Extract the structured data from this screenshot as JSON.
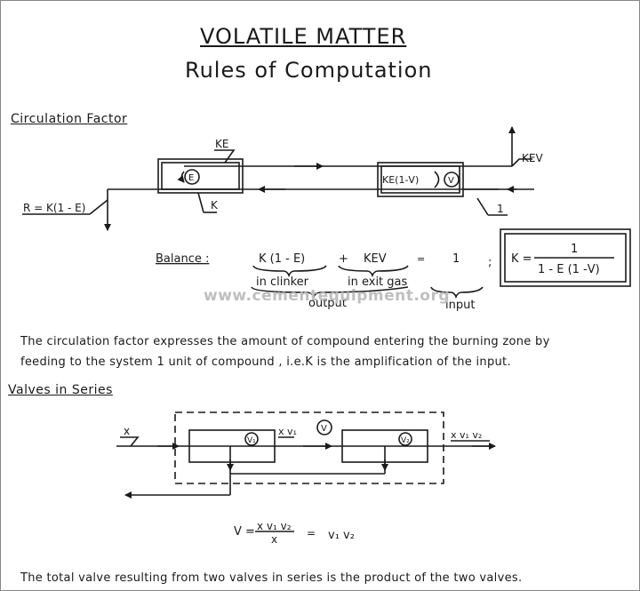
{
  "heading": {
    "title": "VOLATILE MATTER",
    "subtitle": "Rules of Computation"
  },
  "circulation": {
    "section_title": "Circulation Factor",
    "label_ke_top": "KΕ",
    "label_kev": "KΕV",
    "label_r": "R = K(1 - Ε)",
    "label_k": "K",
    "label_one": "1",
    "label_epsilon": "Ε",
    "label_ke1v": "KΕ(1-V)",
    "label_v": "V"
  },
  "balance": {
    "label": "Balance :",
    "term1": "K (1 - Ε)",
    "plus": "+",
    "term2": "KΕV",
    "equals": "=",
    "one": "1",
    "semicolon": ";",
    "sub1": "in clinker",
    "sub2": "in exit gas",
    "output": "output",
    "input": "input",
    "result_k": "K =",
    "result_num": "1",
    "result_den": "1 - Ε (1 -V)"
  },
  "watermark": "www.cementequipment.org",
  "paragraph1_line1": "The circulation factor expresses the amount of compound entering the burning zone by",
  "paragraph1_line2": "feeding to the system 1 unit of compound , i.e.K is the amplification of the input.",
  "valves": {
    "section_title": "Valves in Series",
    "label_x": "x",
    "label_v_big": "V",
    "label_v1": "V₁",
    "label_v2": "V₂",
    "label_xv1": "x v₁",
    "label_xv1v2": "x v₁ v₂"
  },
  "formula": {
    "v": "V =",
    "num": "x v₁ v₂",
    "den": "x",
    "eq": "=",
    "result": "v₁ v₂"
  },
  "paragraph2": "The total valve resulting from two valves in series is the product of the two valves."
}
